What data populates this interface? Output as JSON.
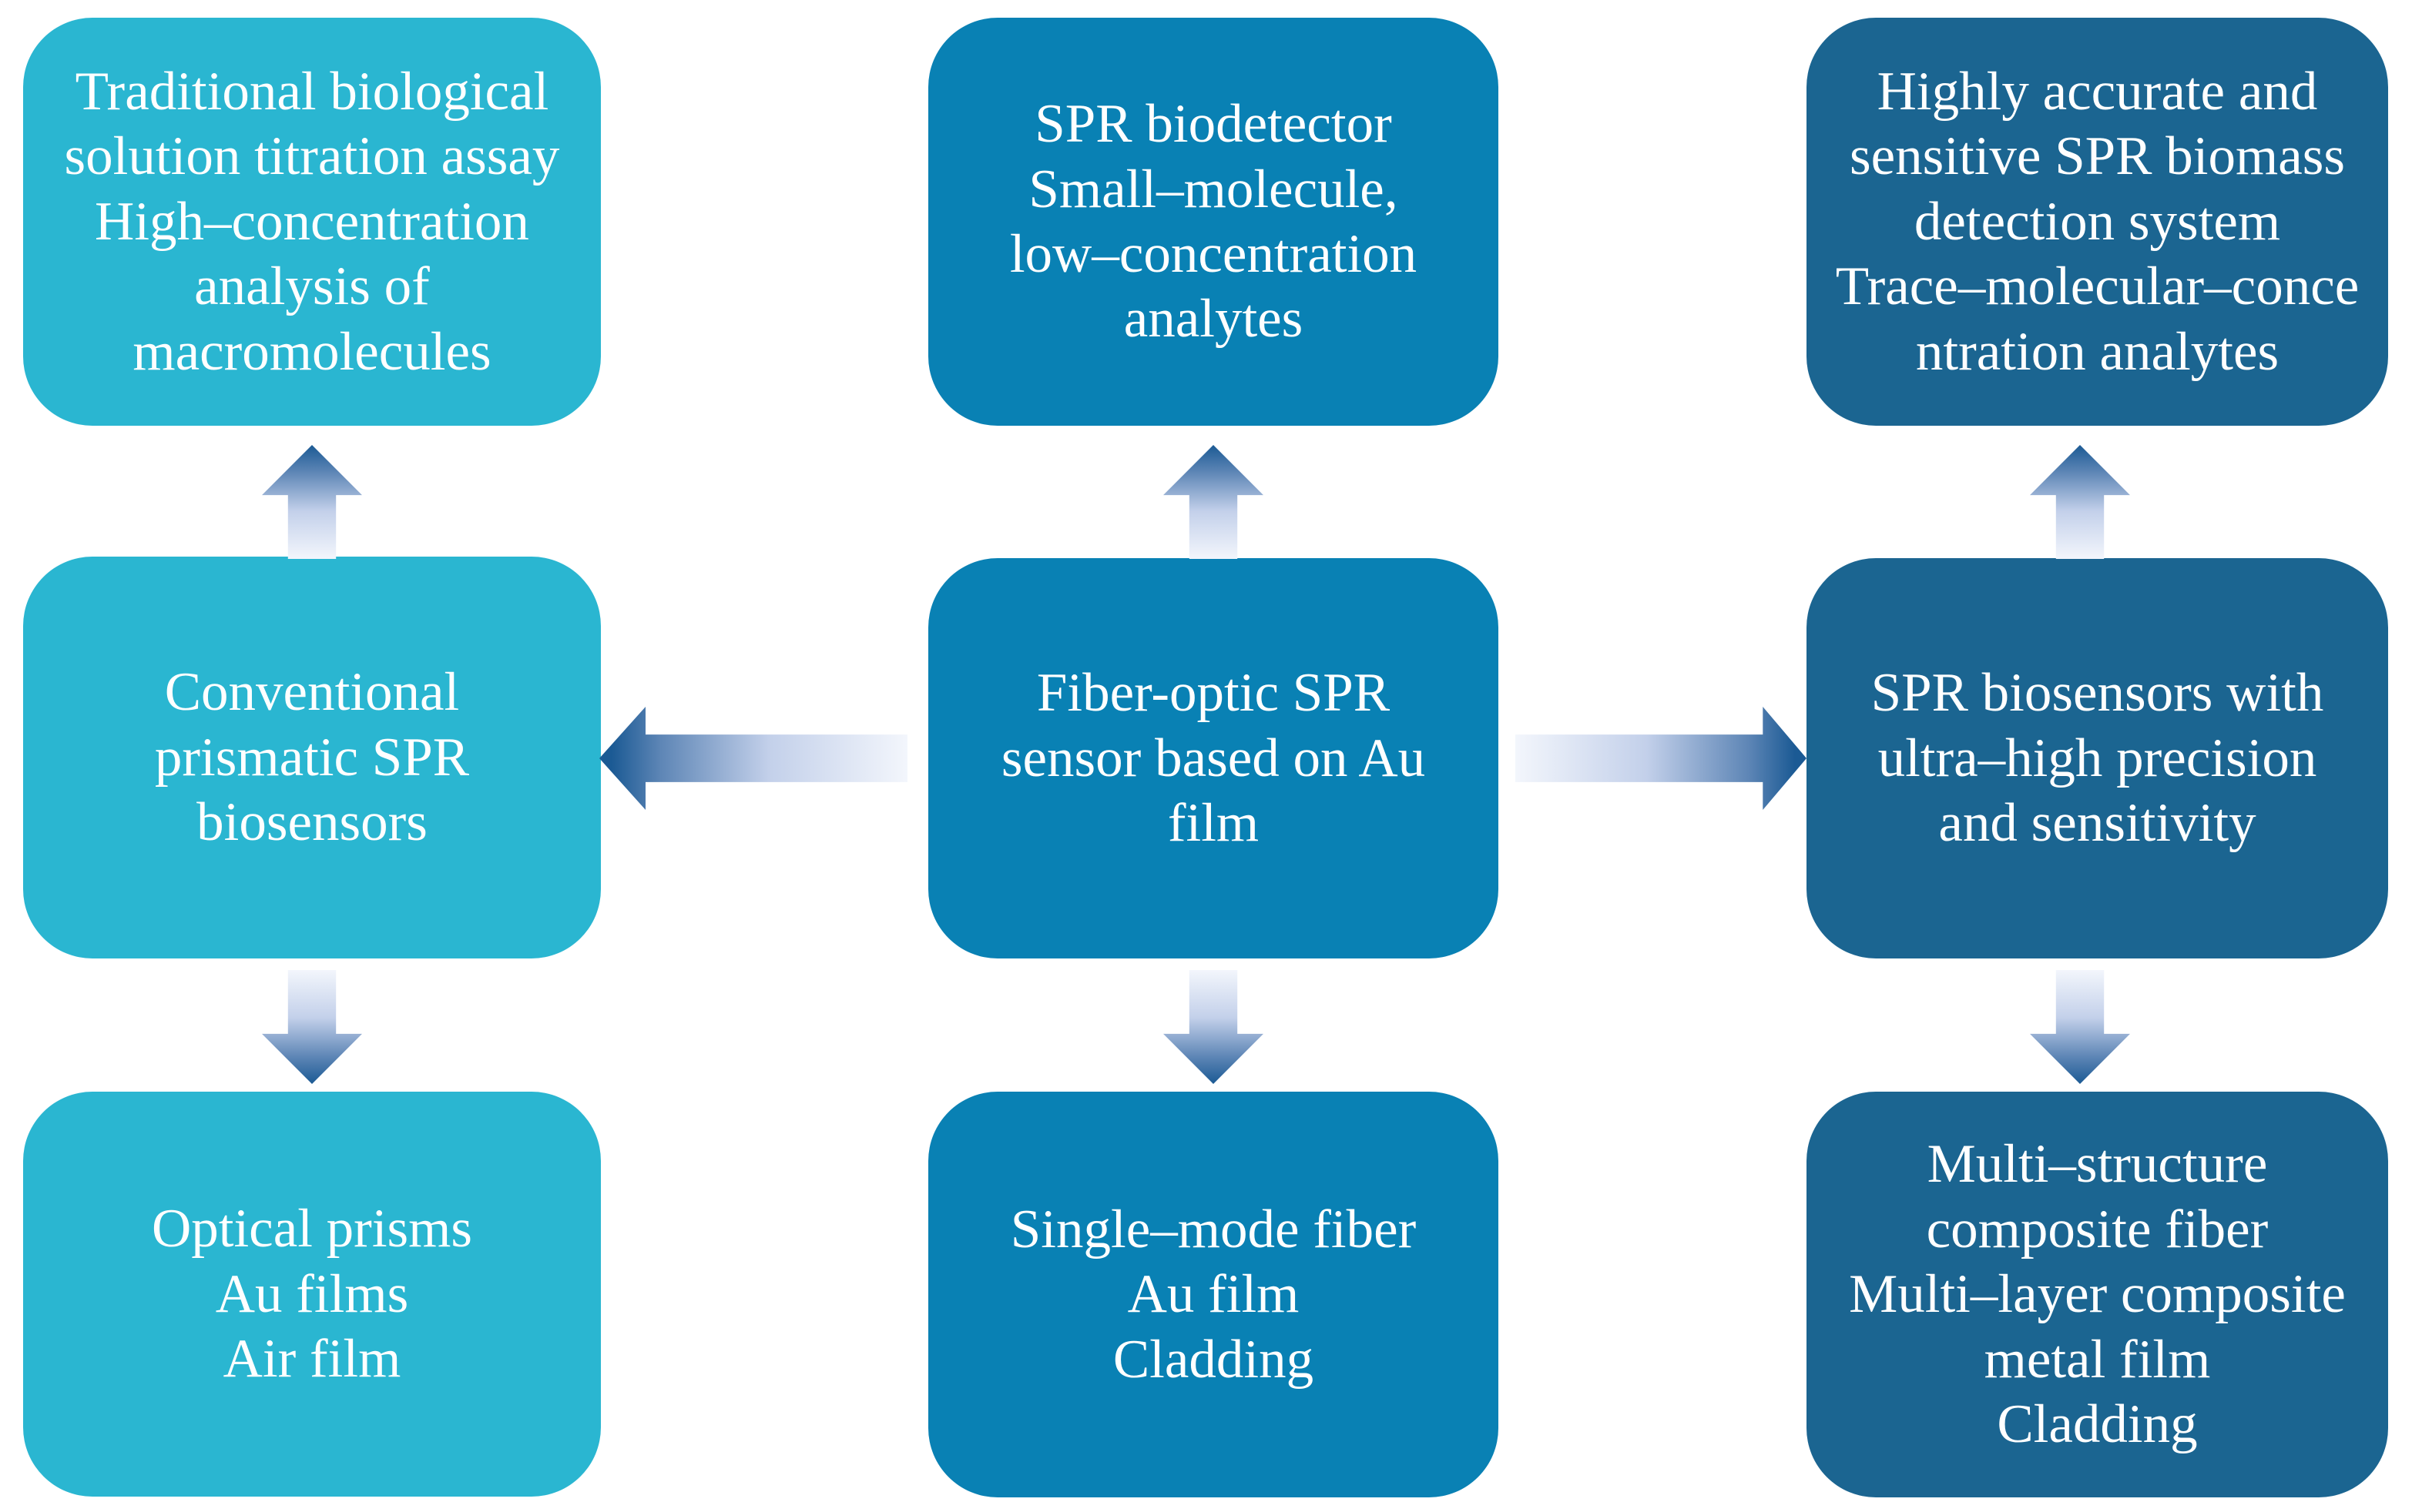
{
  "colors": {
    "background": "#ffffff",
    "text": "#ffffff",
    "left_column": "#2ab6d1",
    "center_column": "#0981b4",
    "right_column": "#1b6591",
    "arrow_dark": "#1b5a94",
    "arrow_light": "#f3f6fc"
  },
  "boxes": {
    "left_top": {
      "text": "Traditional biological\nsolution titration assay\nHigh–concentration\nanalysis of\nmacromolecules"
    },
    "center_top": {
      "text": "SPR biodetector\nSmall–molecule,\nlow–concentration\nanalytes"
    },
    "right_top": {
      "text": "Highly accurate and\nsensitive SPR biomass\ndetection system\nTrace–molecular–conce\nntration analytes"
    },
    "left_middle": {
      "text": "Conventional\nprismatic SPR\nbiosensors"
    },
    "center_middle": {
      "text": "Fiber-optic SPR\nsensor based on Au\nfilm"
    },
    "right_middle": {
      "text": "SPR biosensors with\nultra–high precision\nand sensitivity"
    },
    "left_bottom": {
      "text": "Optical prisms\nAu films\nAir film"
    },
    "center_bottom": {
      "text": "Single–mode fiber\nAu film\nCladding"
    },
    "right_bottom": {
      "text": "Multi–structure\ncomposite fiber\nMulti–layer composite\nmetal film\nCladding"
    }
  },
  "arrows": [
    {
      "direction": "left",
      "from": "center_middle",
      "to": "left_middle"
    },
    {
      "direction": "right",
      "from": "center_middle",
      "to": "right_middle"
    },
    {
      "direction": "up",
      "from": "center_middle",
      "to": "center_top"
    },
    {
      "direction": "down",
      "from": "center_middle",
      "to": "center_bottom"
    },
    {
      "direction": "up",
      "from": "left_middle",
      "to": "left_top"
    },
    {
      "direction": "down",
      "from": "left_middle",
      "to": "left_bottom"
    },
    {
      "direction": "up",
      "from": "right_middle",
      "to": "right_top"
    },
    {
      "direction": "down",
      "from": "right_middle",
      "to": "right_bottom"
    }
  ]
}
